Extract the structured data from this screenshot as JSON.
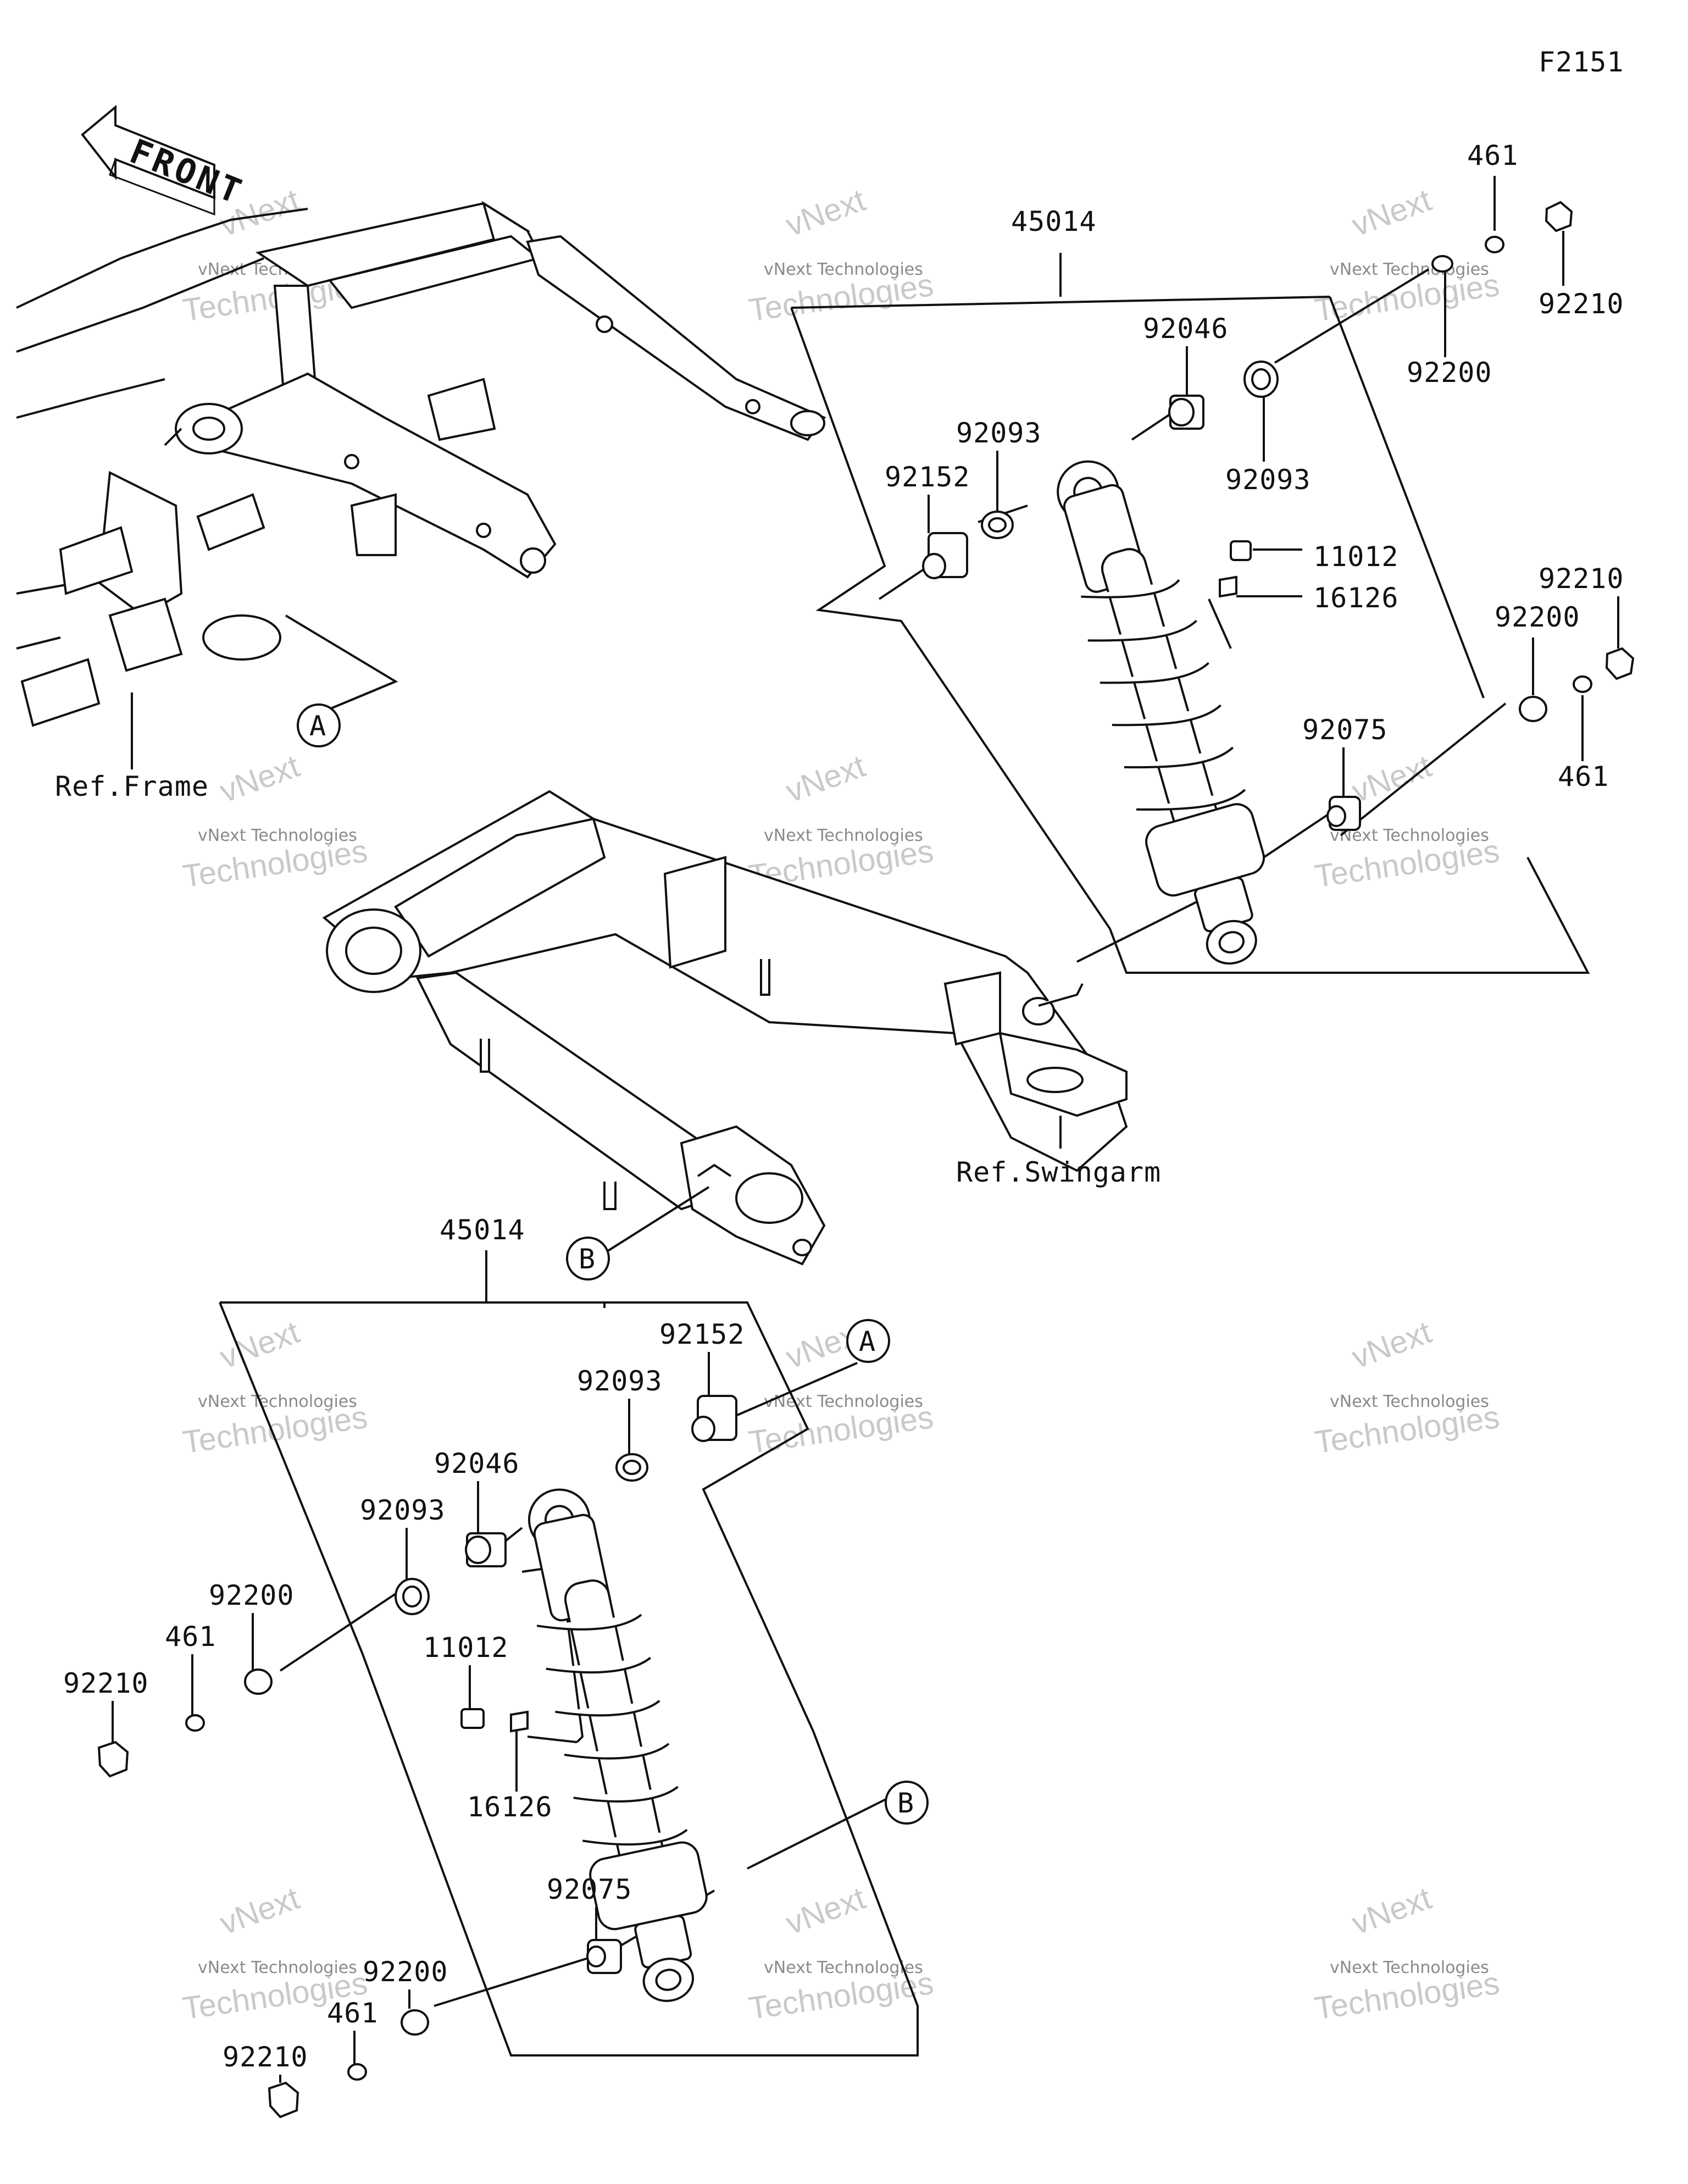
{
  "figure_code": "F2151",
  "front_label": "FRONT",
  "ref_labels": {
    "frame": "Ref.Frame",
    "swingarm": "Ref.Swingarm"
  },
  "callouts": {
    "a": "A",
    "b": "B"
  },
  "upper_assembly": {
    "assembly_no": "45014",
    "parts": {
      "nut_top": "92210",
      "washer_461_top": "461",
      "washer_92200_top": "92200",
      "bearing": "92046",
      "seal_left": "92093",
      "seal_right": "92093",
      "collar": "92152",
      "cap": "11012",
      "fitting": "16126",
      "nut_right": "92210",
      "washer_92200_right": "92200",
      "washer_461_right": "461",
      "bushing": "92075"
    }
  },
  "lower_assembly": {
    "assembly_no": "45014",
    "parts": {
      "collar": "92152",
      "seal_top": "92093",
      "bearing": "92046",
      "seal_left": "92093",
      "washer_92200_top": "92200",
      "washer_461_top": "461",
      "nut_top": "92210",
      "cap": "11012",
      "fitting": "16126",
      "bushing": "92075",
      "washer_92200_bottom": "92200",
      "washer_461_bottom": "461",
      "nut_bottom": "92210"
    }
  },
  "watermark": {
    "line1": "vNext",
    "line2": "vNext Technologies",
    "line3": "Technologies"
  }
}
